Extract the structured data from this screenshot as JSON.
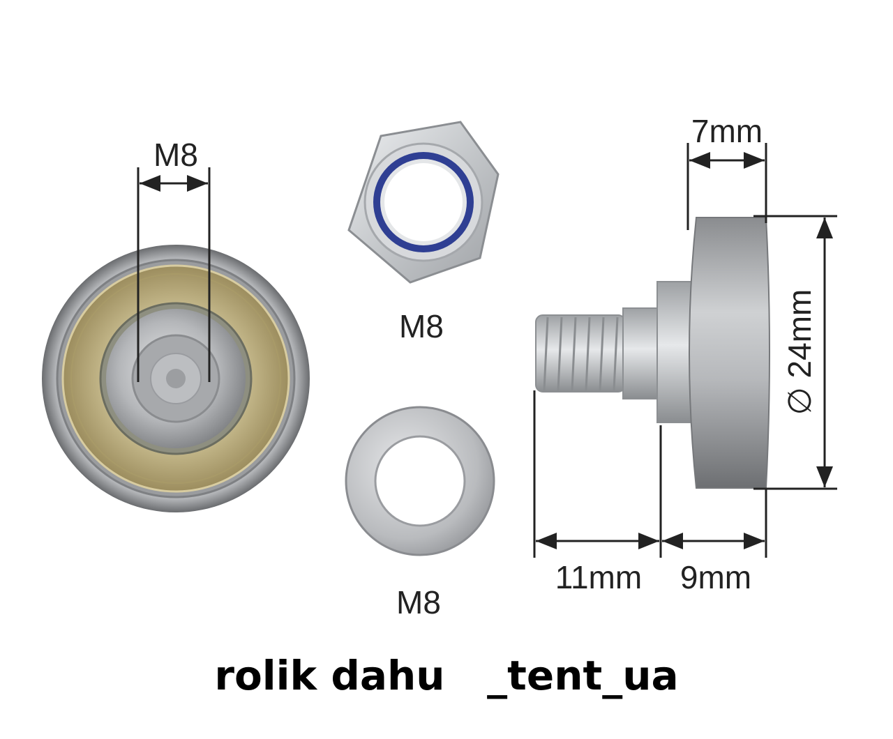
{
  "bearing_front": {
    "thread_label": "M8"
  },
  "nut": {
    "label": "M8"
  },
  "washer": {
    "label": "M8"
  },
  "side_view": {
    "width_label": "7mm",
    "diameter_label": "∅ 24mm",
    "bolt_length_label": "11mm",
    "head_length_label": "9mm"
  },
  "caption": {
    "left": "rolik dahu",
    "right": "_tent_ua"
  },
  "colors": {
    "steel_light": "#d9dadc",
    "steel_mid": "#a9abae",
    "steel_dark": "#6e7073",
    "brass": "#b8aa7a",
    "nylon_blue": "#3a4fa8",
    "dim_line": "#222222"
  }
}
